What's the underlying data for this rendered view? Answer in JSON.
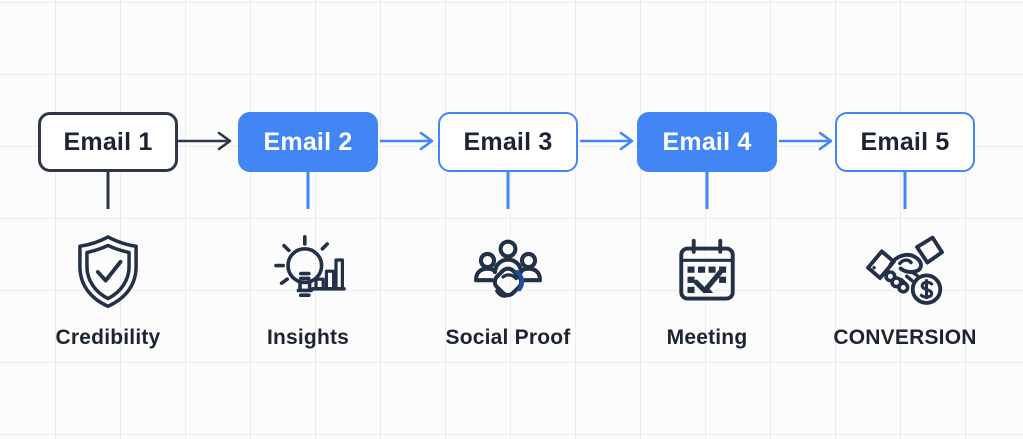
{
  "colors": {
    "accent_blue": "#4285f4",
    "ink_dark": "#223048",
    "border_dark": "#2d3748",
    "text_dark": "#1b2430",
    "swirl_blue": "#1d4f9e",
    "background": "#fcfcfc",
    "grid_line": "#ececec"
  },
  "nodes": [
    {
      "label": "Email 1",
      "caption": "Credibility",
      "icon": "shield-check-icon",
      "variant": "outline-dark"
    },
    {
      "label": "Email 2",
      "caption": "Insights",
      "icon": "lightbulb-chart-icon",
      "variant": "filled-blue"
    },
    {
      "label": "Email 3",
      "caption": "Social Proof",
      "icon": "people-group-icon",
      "variant": "outline-blue"
    },
    {
      "label": "Email 4",
      "caption": "Meeting",
      "icon": "calendar-check-icon",
      "variant": "filled-blue"
    },
    {
      "label": "Email 5",
      "caption": "CONVERSION",
      "icon": "handshake-dollar-icon",
      "variant": "outline-blue"
    }
  ],
  "arrows": [
    {
      "from": "Email 1",
      "to": "Email 2",
      "color": "dark"
    },
    {
      "from": "Email 2",
      "to": "Email 3",
      "color": "blue"
    },
    {
      "from": "Email 3",
      "to": "Email 4",
      "color": "blue"
    },
    {
      "from": "Email 4",
      "to": "Email 5",
      "color": "blue"
    }
  ]
}
